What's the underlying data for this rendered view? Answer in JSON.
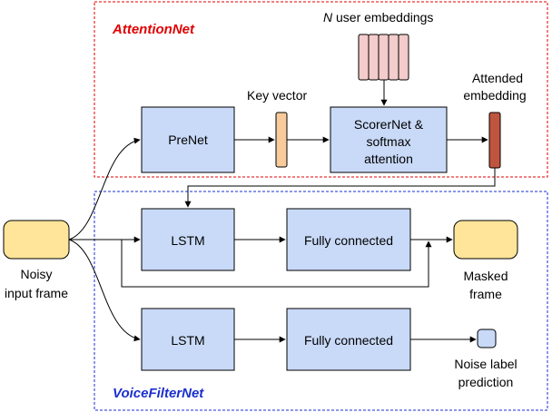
{
  "attention_net": {
    "title": "AttentionNet",
    "n_label": "N",
    "user_embeddings_label": " user embeddings",
    "key_vector_label": "Key vector",
    "attended_line1": "Attended",
    "attended_line2": "embedding",
    "prenet_label": "PreNet",
    "scorer_line1": "ScorerNet &",
    "scorer_line2": "softmax",
    "scorer_line3": "attention"
  },
  "voicefilter_net": {
    "title": "VoiceFilterNet",
    "lstm1_label": "LSTM",
    "fc1_label": "Fully connected",
    "lstm2_label": "LSTM",
    "fc2_label": "Fully connected"
  },
  "io": {
    "noisy_line1": "Noisy",
    "noisy_line2": "input frame",
    "masked_line1": "Masked",
    "masked_line2": "frame",
    "noise_line1": "Noise label",
    "noise_line2": "prediction"
  },
  "colors": {
    "attention_border": "#e00000",
    "voicefilter_border": "#1a2fd0",
    "block_fill": "#c9daf8",
    "frame_fill": "#ffe599",
    "embedding_fill": "#f4cccc",
    "key_vector_fill": "#f9cb9c",
    "attended_fill": "#c0553f"
  }
}
